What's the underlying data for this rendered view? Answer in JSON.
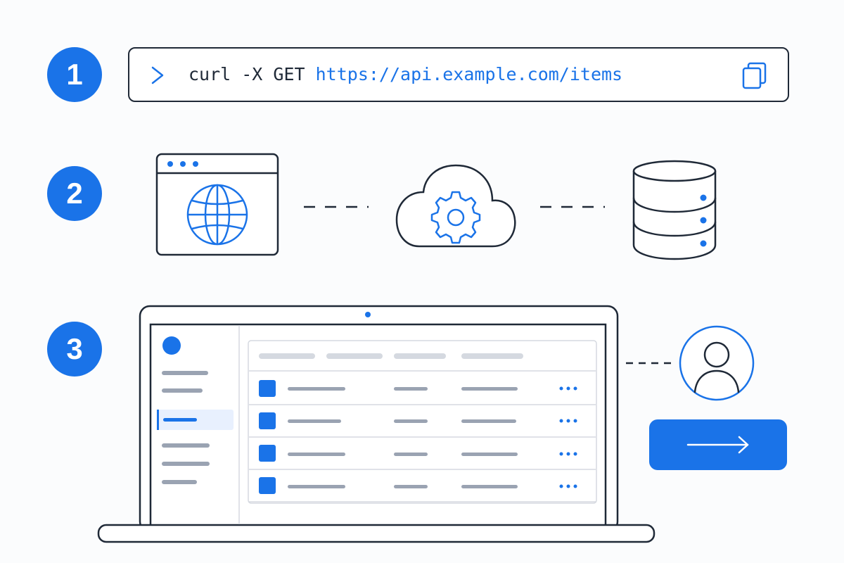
{
  "steps": [
    {
      "number": "1"
    },
    {
      "number": "2"
    },
    {
      "number": "3"
    }
  ],
  "command": {
    "prompt_icon": "chevron-right-icon",
    "text": "curl -X GET ",
    "url": "https://api.example.com/items",
    "copy_icon": "copy-icon"
  },
  "flow": {
    "nodes": [
      "browser-window-icon",
      "cloud-gear-icon",
      "database-icon"
    ]
  },
  "app_mockup": {
    "rows": 4,
    "row_menu_icon": "more-horizontal-icon"
  },
  "user": {
    "avatar_icon": "user-circle-icon",
    "action_icon": "arrow-right-icon"
  },
  "colors": {
    "accent": "#1a73e8",
    "stroke": "#1f2937",
    "placeholder": "#9aa3b2",
    "placeholder_light": "#d5d9e0",
    "active_bg": "#e8f0fe"
  }
}
